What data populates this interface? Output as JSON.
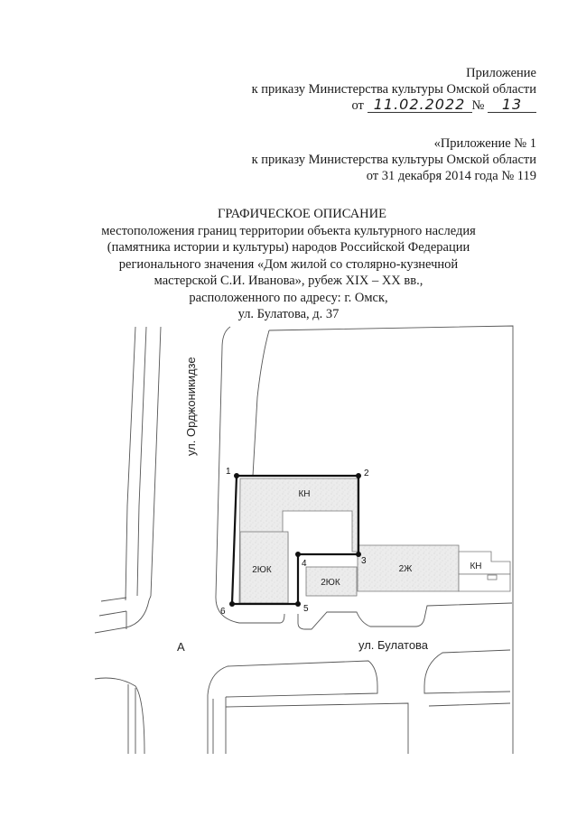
{
  "header": {
    "appendix_label": "Приложение",
    "order_ref": "к приказу Министерства культуры Омской области",
    "date_prefix": "от",
    "date_handwritten": "11.02.2022",
    "number_symbol": "№",
    "number_handwritten": "13"
  },
  "previous_appendix": {
    "label": "«Приложение № 1",
    "order_ref": "к приказу Министерства культуры Омской области",
    "date_line": "от 31 декабря 2014 года № 119"
  },
  "title": {
    "heading": "ГРАФИЧЕСКОЕ ОПИСАНИЕ",
    "lines": [
      "местоположения границ территории объекта культурного наследия",
      "(памятника истории и культуры) народов Российской Федерации",
      "регионального значения «Дом жилой со столярно-кузнечной",
      "мастерской С.И. Иванова», рубеж XIX – XX вв.,",
      "расположенного по адресу: г. Омск,",
      "ул. Булатова, д. 37"
    ]
  },
  "map": {
    "streets": {
      "vertical": "ул. Орджоникидзе",
      "horizontal": "ул. Булатова"
    },
    "marker_a": "А",
    "boundary_points": [
      {
        "id": "1",
        "label": "1"
      },
      {
        "id": "2",
        "label": "2"
      },
      {
        "id": "3",
        "label": "3"
      },
      {
        "id": "4",
        "label": "4"
      },
      {
        "id": "5",
        "label": "5"
      },
      {
        "id": "6",
        "label": "6"
      }
    ],
    "buildings": [
      {
        "id": "main",
        "label": "КН"
      },
      {
        "id": "west-wing",
        "label": "2ЮК"
      },
      {
        "id": "south-annex",
        "label": "2ЮК"
      },
      {
        "id": "east-block",
        "label": "2Ж"
      },
      {
        "id": "east-annex",
        "label": "КН"
      }
    ],
    "colors": {
      "boundary": "#111111",
      "building_fill": "#e6e6e6",
      "line": "#555555"
    }
  }
}
